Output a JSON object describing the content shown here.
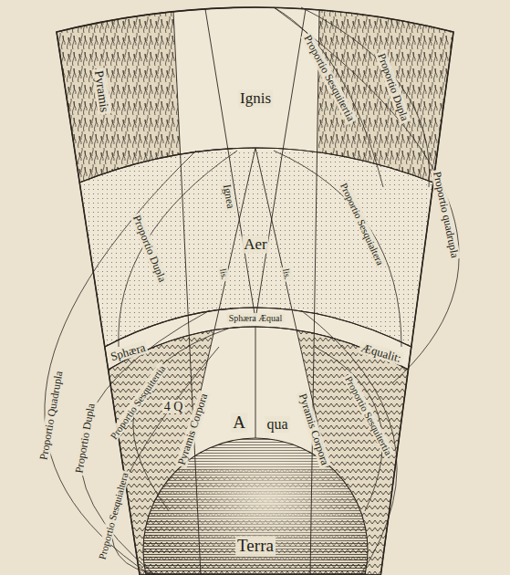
{
  "diagram": {
    "nodes": [
      {
        "text": [
          "Ignis"
        ]
      },
      {
        "text": [
          "Aer"
        ]
      },
      {
        "text": [
          "Sphæra",
          "Sphæra Æqual",
          "Æqualit:"
        ]
      },
      {
        "text": [
          "A",
          "qua"
        ]
      },
      {
        "text": [
          "Terra"
        ]
      }
    ],
    "labels": [
      "Pyramis",
      "Proportio Sesquitertia",
      "Proportio Dupla",
      "Proportio quadrupla",
      "Ignea",
      "Proportio Dupla",
      "Proportio Sesquialtera",
      "lis.",
      "lis.",
      "Proportio Quadrupla",
      "Proportio Dupla",
      "Proportio Sesquialtera",
      "Proportio Sesquitertia",
      "4 Q",
      "Pyramis Corpora",
      "Pyramis Corpora",
      "Proportio Sesquitertia"
    ]
  }
}
